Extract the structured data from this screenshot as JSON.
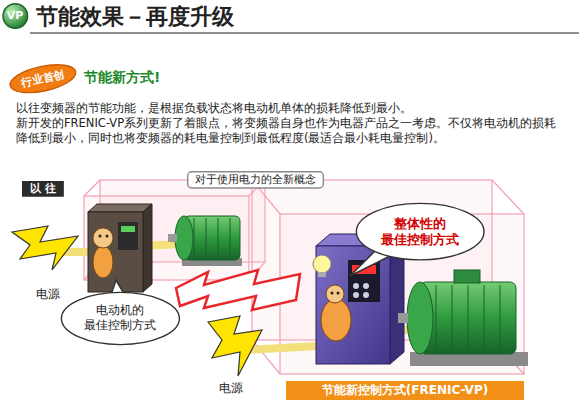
{
  "diagram": {
    "title": "节能效果－再度升级",
    "nodes": [
      {
        "text": [
          "VP"
        ]
      },
      {
        "text": [
          "行业首创"
        ]
      },
      {
        "text": [
          "以 往"
        ]
      },
      {
        "text": [
          "对于使用电力的全新概念"
        ]
      },
      {
        "text": [
          "电动机的 最佳控制方式"
        ]
      },
      {
        "text": [
          "整体性的 最佳控制方式"
        ]
      },
      {
        "text": [
          "节能新控制方式(FRENIC-VP)"
        ]
      }
    ],
    "labels": [
      "节能新方式!",
      "以往变频器的节能功能，是根据负载状态将电动机单体的损耗降低到最小。",
      "新开发的FRENIC-VP系列更新了着眼点，将变频器自身也作为电器产品之一考虑。不仅将电动机的损耗降低到最小，同时也将变频器的耗电量控制到最低程度(最适合最小耗电量控制)。",
      "电源",
      "电源"
    ]
  }
}
